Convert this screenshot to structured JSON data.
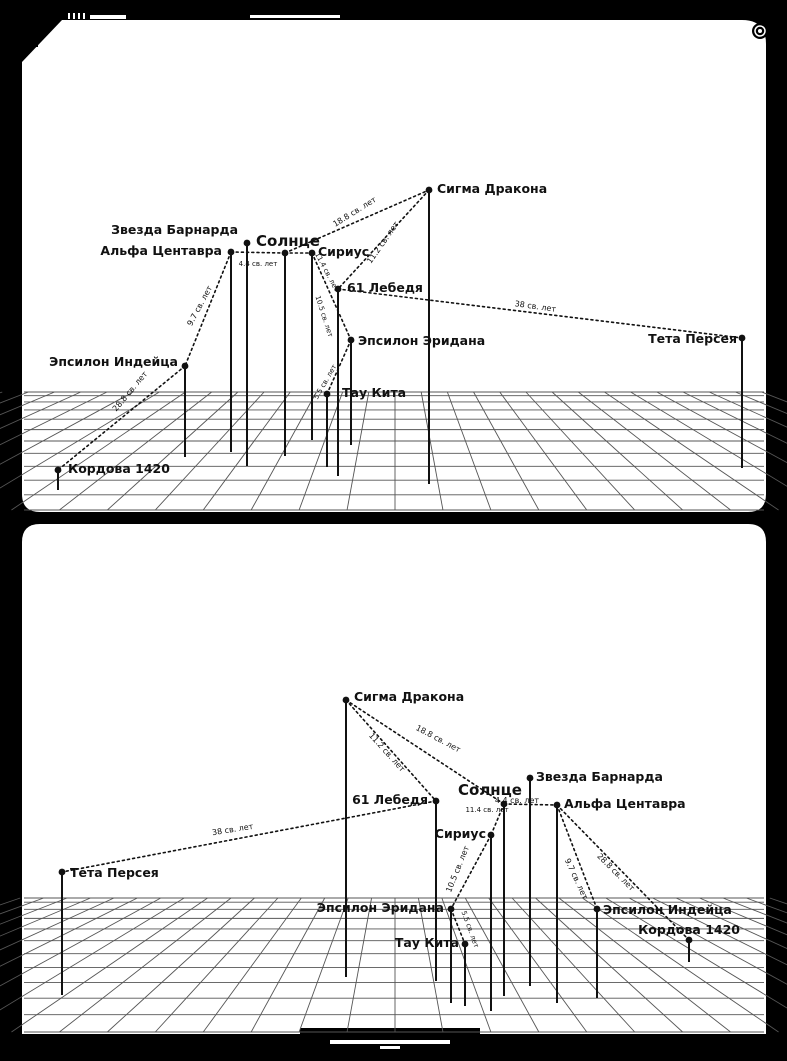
{
  "colors": {
    "frame": "#000000",
    "panel": "#ffffff",
    "ink": "#111111",
    "grid": "#555555"
  },
  "panels": [
    {
      "id": "top",
      "stars": [
        {
          "id": "sun",
          "label": "Солнце"
        },
        {
          "id": "barnard",
          "label": "Звезда Барнарда"
        },
        {
          "id": "alpha",
          "label": "Альфа Центавра"
        },
        {
          "id": "sirius",
          "label": "Сириус"
        },
        {
          "id": "sigma",
          "label": "Сигма Дракона"
        },
        {
          "id": "c61",
          "label": "61 Лебедя"
        },
        {
          "id": "epsEri",
          "label": "Эпсилон Эридана"
        },
        {
          "id": "tau",
          "label": "Тау Кита"
        },
        {
          "id": "epsInd",
          "label": "Эпсилон Индейца"
        },
        {
          "id": "kord",
          "label": "Кордова 1420"
        },
        {
          "id": "theta",
          "label": "Тета Персея"
        }
      ],
      "links": [
        {
          "from": "sun",
          "to": "alpha",
          "label": "4.4 св. лет"
        },
        {
          "from": "sun",
          "to": "sigma",
          "label": "18.8 св. лет"
        },
        {
          "from": "sun",
          "to": "sirius",
          "label": "11.4 св. лет"
        },
        {
          "from": "sigma",
          "to": "c61",
          "label": "11.2 св. лет"
        },
        {
          "from": "c61",
          "to": "theta",
          "label": "38 св. лет"
        },
        {
          "from": "sirius",
          "to": "epsEri",
          "label": "10.5 св. лет"
        },
        {
          "from": "epsEri",
          "to": "tau",
          "label": "5.5 св. лет"
        },
        {
          "from": "alpha",
          "to": "epsInd",
          "label": "9.7 св. лет"
        },
        {
          "from": "epsInd",
          "to": "kord",
          "label": "28.8 св. лет"
        }
      ]
    },
    {
      "id": "bottom",
      "stars": [
        {
          "id": "sigma",
          "label": "Сигма Дракона"
        },
        {
          "id": "sun",
          "label": "Солнце"
        },
        {
          "id": "barnard",
          "label": "Звезда Барнарда"
        },
        {
          "id": "alpha",
          "label": "Альфа Центавра"
        },
        {
          "id": "c61",
          "label": "61 Лебедя"
        },
        {
          "id": "sirius",
          "label": "Сириус"
        },
        {
          "id": "theta",
          "label": "Тета Персея"
        },
        {
          "id": "epsEri",
          "label": "Эпсилон Эридана"
        },
        {
          "id": "tau",
          "label": "Тау Кита"
        },
        {
          "id": "epsInd",
          "label": "Эпсилон Индейца"
        },
        {
          "id": "kord",
          "label": "Кордова 1420"
        }
      ],
      "links": [
        {
          "from": "sigma",
          "to": "sun",
          "label": "18.8 св. лет"
        },
        {
          "from": "sigma",
          "to": "c61",
          "label": "11.2 св. лет"
        },
        {
          "from": "sun",
          "to": "alpha",
          "label": "4.4 св. лет"
        },
        {
          "from": "c61",
          "to": "theta",
          "label": "38 св. лет"
        },
        {
          "from": "sun",
          "to": "sirius",
          "label": "11.4 св. лет"
        },
        {
          "from": "sirius",
          "to": "epsEri",
          "label": "10.5 св. лет"
        },
        {
          "from": "epsEri",
          "to": "tau",
          "label": "5.5 св. лет"
        },
        {
          "from": "alpha",
          "to": "epsInd",
          "label": "9.7 св. лет"
        },
        {
          "from": "alpha",
          "to": "kord",
          "label": "28.8 св. лет"
        }
      ]
    }
  ]
}
